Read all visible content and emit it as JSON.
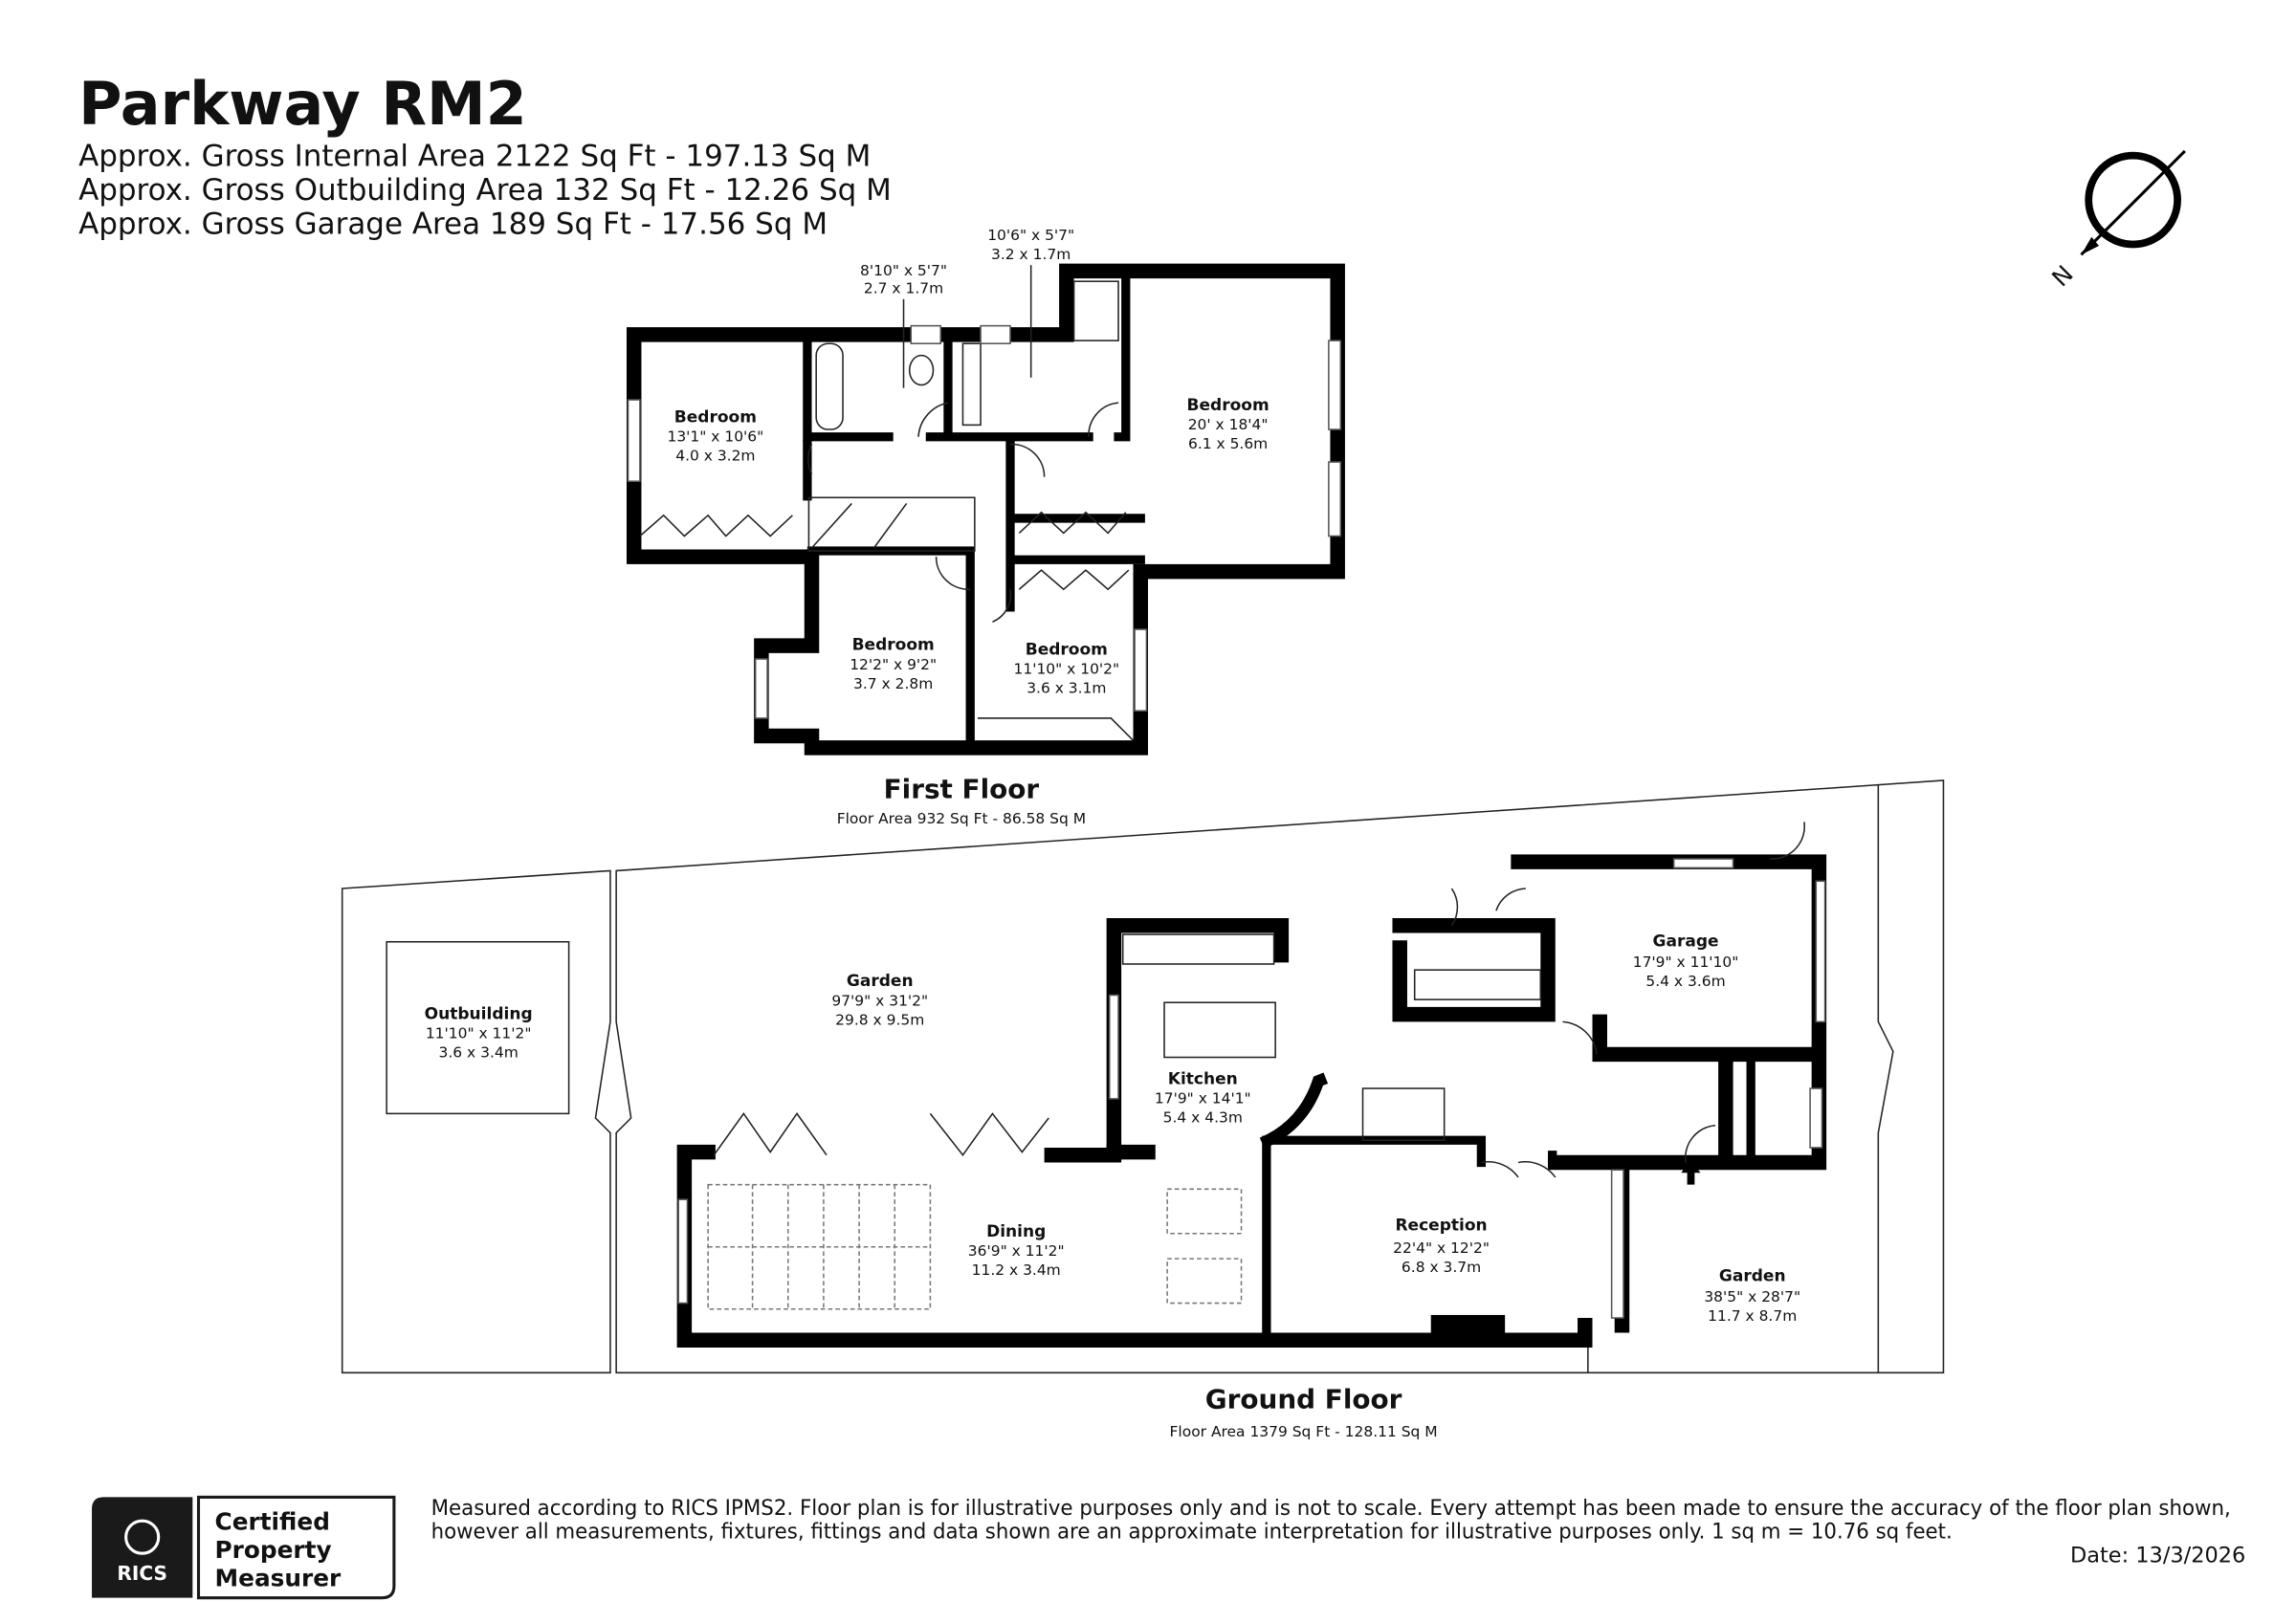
{
  "header": {
    "title": "Parkway RM2",
    "areas": [
      "Approx. Gross Internal Area 2122 Sq Ft - 197.13 Sq M",
      "Approx. Gross Outbuilding Area 132 Sq Ft - 12.26 Sq M",
      "Approx. Gross  Garage Area 189 Sq Ft - 17.56 Sq M"
    ]
  },
  "compass": {
    "label": "N",
    "icon": "north-arrow-icon"
  },
  "first_floor": {
    "name": "First Floor",
    "area": "Floor Area 932 Sq Ft - 86.58 Sq M",
    "rooms": [
      {
        "name": "",
        "dim_imperial": "8'10\" x 5'7\"",
        "dim_metric": "2.7 x 1.7m"
      },
      {
        "name": "",
        "dim_imperial": "10'6\" x 5'7\"",
        "dim_metric": "3.2 x 1.7m"
      },
      {
        "name": "Bedroom",
        "dim_imperial": "13'1\" x 10'6\"",
        "dim_metric": "4.0 x 3.2m"
      },
      {
        "name": "Bedroom",
        "dim_imperial": "20' x 18'4\"",
        "dim_metric": "6.1 x 5.6m"
      },
      {
        "name": "Bedroom",
        "dim_imperial": "12'2\" x 9'2\"",
        "dim_metric": "3.7 x 2.8m"
      },
      {
        "name": "Bedroom",
        "dim_imperial": "11'10\" x 10'2\"",
        "dim_metric": "3.6 x 3.1m"
      }
    ]
  },
  "ground_floor": {
    "name": "Ground Floor",
    "area": "Floor Area 1379 Sq Ft - 128.11 Sq M",
    "rooms": [
      {
        "name": "Outbuilding",
        "dim_imperial": "11'10\" x 11'2\"",
        "dim_metric": "3.6 x 3.4m"
      },
      {
        "name": "Garden",
        "dim_imperial": "97'9\" x 31'2\"",
        "dim_metric": "29.8 x 9.5m"
      },
      {
        "name": "Kitchen",
        "dim_imperial": "17'9\" x 14'1\"",
        "dim_metric": "5.4 x 4.3m"
      },
      {
        "name": "Garage",
        "dim_imperial": "17'9\" x 11'10\"",
        "dim_metric": "5.4 x 3.6m"
      },
      {
        "name": "Dining",
        "dim_imperial": "36'9\" x 11'2\"",
        "dim_metric": "11.2 x 3.4m"
      },
      {
        "name": "Reception",
        "dim_imperial": "22'4\" x 12'2\"",
        "dim_metric": "6.8 x 3.7m"
      },
      {
        "name": "Garden",
        "dim_imperial": "38'5\" x 28'7\"",
        "dim_metric": "11.7 x 8.7m"
      }
    ]
  },
  "footer": {
    "badge": {
      "brand": "RICS",
      "line1": "Certified",
      "line2": "Property",
      "line3": "Measurer"
    },
    "disclaimer_1": "Measured according to RICS IPMS2. Floor plan is for illustrative purposes only and is not to scale. Every attempt has been made to ensure the accuracy of the floor plan shown,",
    "disclaimer_2": "however all measurements, fixtures, fittings and data shown are an approximate interpretation for illustrative purposes only. 1 sq m = 10.76 sq feet.",
    "date": "Date: 13/3/2026"
  }
}
